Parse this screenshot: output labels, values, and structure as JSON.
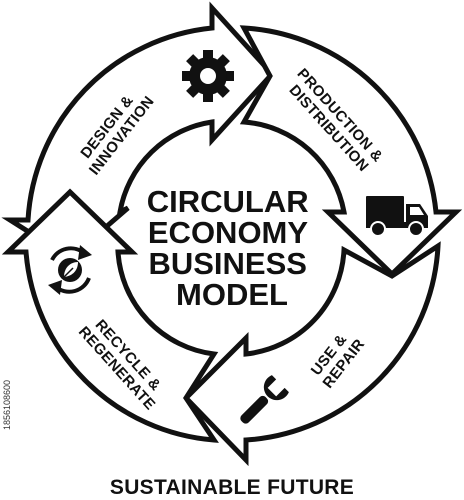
{
  "diagram": {
    "title_lines": [
      "CIRCULAR",
      "ECONOMY",
      "BUSINESS",
      "MODEL"
    ],
    "segments": [
      {
        "lines": [
          "DESIGN &",
          "INNOVATION"
        ],
        "icon": "gear-icon"
      },
      {
        "lines": [
          "PRODUCTION &",
          "DISTRIBUTION"
        ],
        "icon": "truck-icon"
      },
      {
        "lines": [
          "USE &",
          "REPAIR"
        ],
        "icon": "wrench-icon"
      },
      {
        "lines": [
          "RECYCLE &",
          "REGENERATE"
        ],
        "icon": "recycle-leaf-icon"
      }
    ],
    "footer": "SUSTAINABLE FUTURE",
    "side_code": "1856108600",
    "colors": {
      "stroke": "#111111",
      "background": "#ffffff"
    }
  }
}
